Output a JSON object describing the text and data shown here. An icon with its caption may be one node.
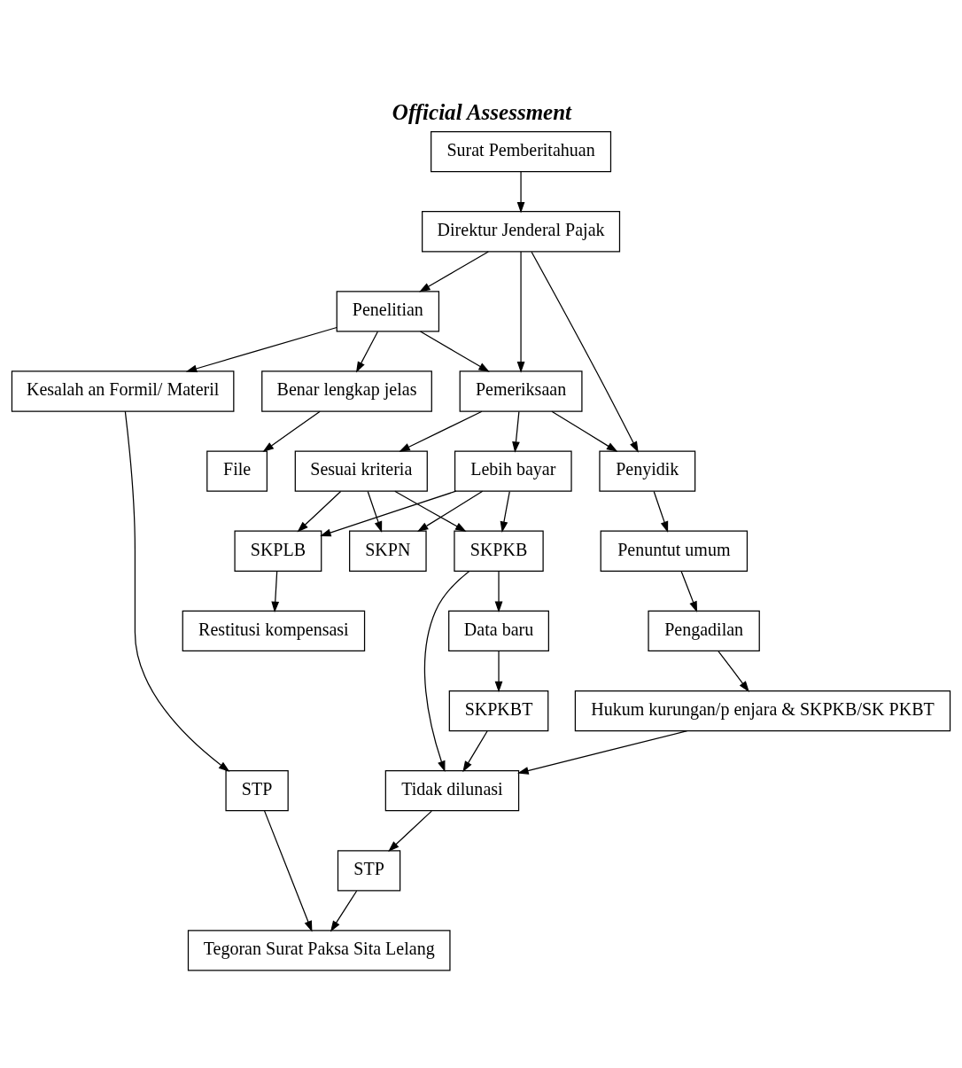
{
  "diagram": {
    "title": "Official Assessment",
    "nodes": [
      {
        "text": [
          "Surat Pemberitahuan"
        ]
      },
      {
        "text": [
          "Direktur Jenderal Pajak"
        ]
      },
      {
        "text": [
          "Penelitian"
        ]
      },
      {
        "text": [
          "Pemeriksaan"
        ]
      },
      {
        "text": [
          "Penyidik"
        ]
      },
      {
        "text": [
          "Benar lengkap jelas"
        ]
      },
      {
        "text": [
          "Kesalah an Formil/ Materil"
        ]
      },
      {
        "text": [
          "Lebih bayar"
        ]
      },
      {
        "text": [
          "Sesuai kriteria"
        ]
      },
      {
        "text": [
          "Penuntut umum"
        ]
      },
      {
        "text": [
          "File"
        ]
      },
      {
        "text": [
          "STP"
        ]
      },
      {
        "text": [
          "SKPLB"
        ]
      },
      {
        "text": [
          "SKPN"
        ]
      },
      {
        "text": [
          "SKPKB"
        ]
      },
      {
        "text": [
          "Pengadilan"
        ]
      },
      {
        "text": [
          "Tegoran Surat Paksa Sita Lelang"
        ]
      },
      {
        "text": [
          "Restitusi kompensasi"
        ]
      },
      {
        "text": [
          "Data baru"
        ]
      },
      {
        "text": [
          "Hukum kurungan/p enjara & SKPKB/SK PKBT"
        ]
      },
      {
        "text": [
          "STP"
        ]
      },
      {
        "text": [
          "SKPKBT"
        ]
      },
      {
        "text": [
          "Tidak dilunasi"
        ]
      }
    ],
    "edges": [
      {
        "from": 0,
        "to": 1,
        "arrow": "to"
      },
      {
        "from": 1,
        "to": 2,
        "arrow": "to"
      },
      {
        "from": 1,
        "to": 3,
        "arrow": "to"
      },
      {
        "from": 1,
        "to": 4,
        "arrow": "to"
      },
      {
        "from": 2,
        "to": 3,
        "arrow": "to"
      },
      {
        "from": 3,
        "to": 4,
        "arrow": "to"
      },
      {
        "from": 2,
        "to": 5,
        "arrow": "to"
      },
      {
        "from": 2,
        "to": 6,
        "arrow": "to"
      },
      {
        "from": 3,
        "to": 7,
        "arrow": "to"
      },
      {
        "from": 3,
        "to": 8,
        "arrow": "to"
      },
      {
        "from": 4,
        "to": 9,
        "arrow": "to"
      },
      {
        "from": 5,
        "to": 10,
        "arrow": "to"
      },
      {
        "from": 6,
        "to": 11,
        "arrow": "to"
      },
      {
        "from": 7,
        "to": 12,
        "arrow": "to"
      },
      {
        "from": 7,
        "to": 13,
        "arrow": "to"
      },
      {
        "from": 7,
        "to": 14,
        "arrow": "to"
      },
      {
        "from": 8,
        "to": 12,
        "arrow": "to"
      },
      {
        "from": 8,
        "to": 13,
        "arrow": "to"
      },
      {
        "from": 8,
        "to": 14,
        "arrow": "to"
      },
      {
        "from": 9,
        "to": 15,
        "arrow": "to"
      },
      {
        "from": 11,
        "to": 16,
        "arrow": "to"
      },
      {
        "from": 12,
        "to": 17,
        "arrow": "to"
      },
      {
        "from": 14,
        "to": 18,
        "arrow": "to"
      },
      {
        "from": 14,
        "to": 22,
        "arrow": "to"
      },
      {
        "from": 15,
        "to": 19,
        "arrow": "to"
      },
      {
        "from": 18,
        "to": 21,
        "arrow": "to"
      },
      {
        "from": 21,
        "to": 22,
        "arrow": "to"
      },
      {
        "from": 19,
        "to": 22,
        "arrow": "to"
      },
      {
        "from": 22,
        "to": 20,
        "arrow": "to"
      },
      {
        "from": 20,
        "to": 16,
        "arrow": "to"
      }
    ]
  }
}
